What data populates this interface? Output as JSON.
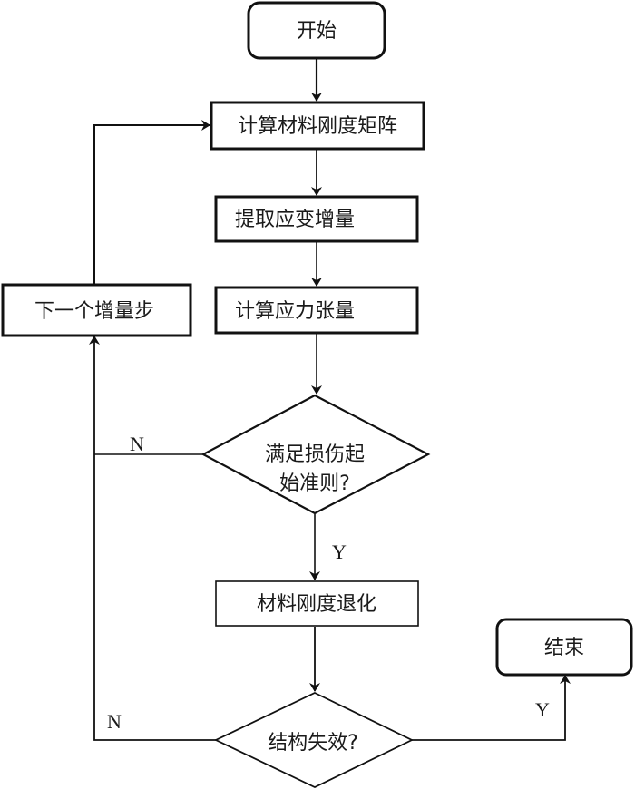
{
  "diagram": {
    "type": "flowchart",
    "nodes": [
      {
        "id": "start",
        "shape": "terminal",
        "label": "开始"
      },
      {
        "id": "compute_stiffness",
        "shape": "process",
        "label": "计算材料刚度矩阵"
      },
      {
        "id": "extract_strain",
        "shape": "process",
        "label": "提取应变增量"
      },
      {
        "id": "compute_stress",
        "shape": "process",
        "label": "计算应力张量"
      },
      {
        "id": "damage_check",
        "shape": "decision",
        "label_lines": [
          "满足损伤起",
          "始准则?"
        ]
      },
      {
        "id": "degrade",
        "shape": "process",
        "label": "材料刚度退化"
      },
      {
        "id": "failure_check",
        "shape": "decision",
        "label": "结构失效?"
      },
      {
        "id": "end",
        "shape": "terminal",
        "label": "结束"
      },
      {
        "id": "next_step",
        "shape": "process",
        "label": "下一个增量步"
      }
    ],
    "edges": [
      {
        "from": "start",
        "to": "compute_stiffness",
        "label": ""
      },
      {
        "from": "compute_stiffness",
        "to": "extract_strain",
        "label": ""
      },
      {
        "from": "extract_strain",
        "to": "compute_stress",
        "label": ""
      },
      {
        "from": "compute_stress",
        "to": "damage_check",
        "label": ""
      },
      {
        "from": "damage_check",
        "to": "degrade",
        "label": "Y"
      },
      {
        "from": "damage_check",
        "to": "next_step",
        "label": "N"
      },
      {
        "from": "degrade",
        "to": "failure_check",
        "label": ""
      },
      {
        "from": "failure_check",
        "to": "end",
        "label": "Y"
      },
      {
        "from": "failure_check",
        "to": "next_step",
        "label": "N"
      },
      {
        "from": "next_step",
        "to": "compute_stiffness",
        "label": ""
      }
    ]
  },
  "colors": {
    "stroke": "#111111",
    "background": "#ffffff",
    "text": "#1a1a1a"
  }
}
